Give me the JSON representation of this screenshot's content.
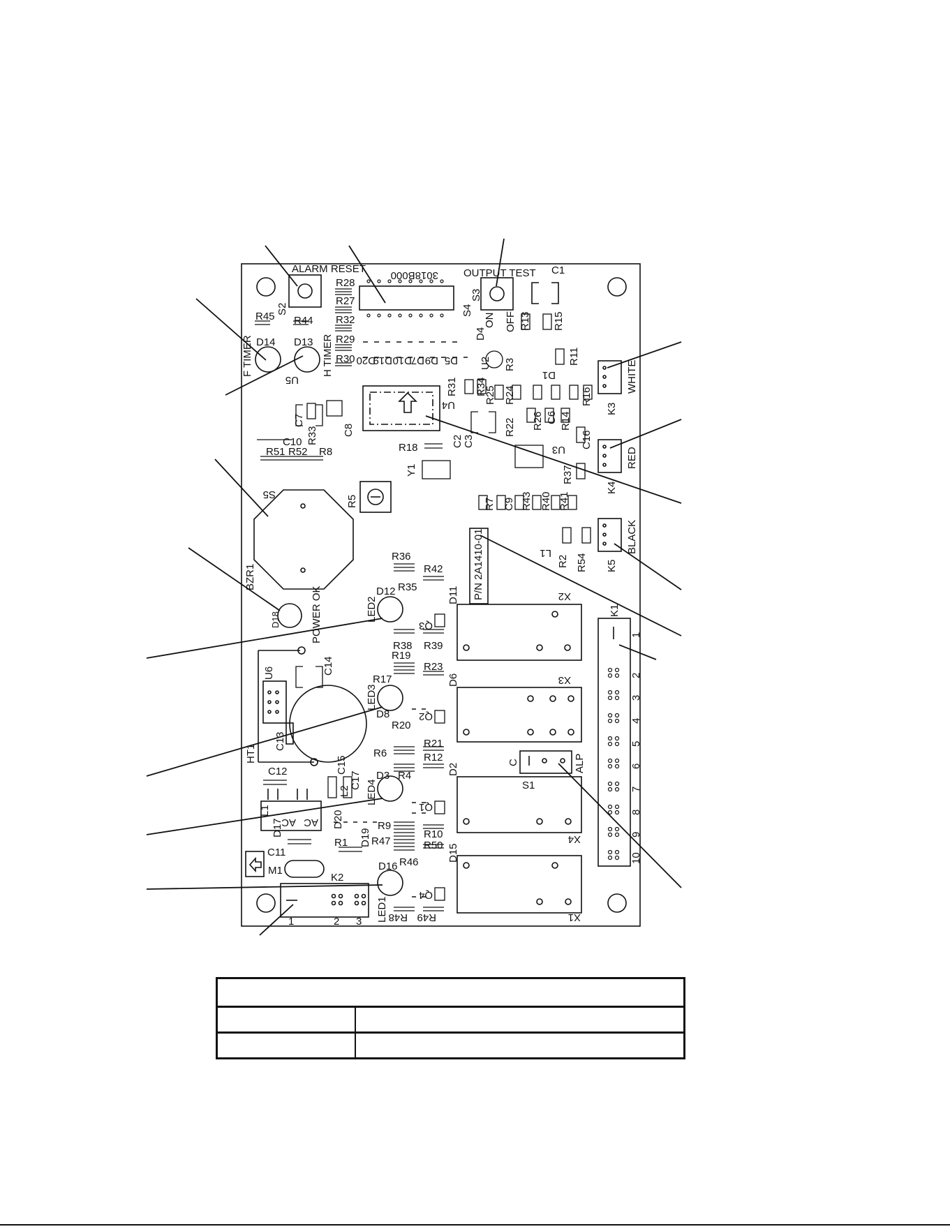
{
  "board": {
    "part_number": "P/N 2A1410-01",
    "code_top": "3018B000",
    "alarm_reset": "ALARM RESET",
    "output_test": "OUTPUT TEST",
    "switch_on": "ON",
    "switch_off": "OFF",
    "f_timer": "F TIMER",
    "h_timer": "H TIMER",
    "power_ok": "POWER OK",
    "white": "WHITE",
    "red": "RED",
    "black": "BLACK",
    "alp": "ALP",
    "c_label": "C"
  },
  "components": {
    "r28": "R28",
    "r27": "R27",
    "r32": "R32",
    "r29": "R29",
    "r30": "R30",
    "r45": "R45",
    "r44": "R44",
    "d14": "D14",
    "d13": "D13",
    "u5": "U5",
    "s2": "S2",
    "s3": "S3",
    "s4": "S4",
    "c1": "C1",
    "d4": "D4",
    "r13": "R13",
    "r15": "R15",
    "r3": "R3",
    "u2": "U2",
    "d1": "D1",
    "r11": "R11",
    "d20_top": "D20",
    "d19_top": "D19",
    "d10": "D10",
    "d7": "D7",
    "d9": "D9",
    "d5": "D5",
    "r31": "R31",
    "r34": "R34",
    "u4": "U4",
    "r25": "R25",
    "r24": "R24",
    "r16": "R16",
    "r26": "R26",
    "c6": "C6",
    "r14": "R14",
    "r22": "R22",
    "c16": "C16",
    "u3": "U3",
    "c2": "C2",
    "c3": "C3",
    "r37": "R37",
    "c7": "C7",
    "c8": "C8",
    "c10": "C10",
    "r33": "R33",
    "r51": "R51",
    "r52": "R52",
    "r8": "R8",
    "r18": "R18",
    "y1": "Y1",
    "s5": "S5",
    "r5": "R5",
    "r7": "R7",
    "c9": "C9",
    "r43": "R43",
    "r40": "R40",
    "r41": "R41",
    "k3": "K3",
    "k4": "K4",
    "k5": "K5",
    "r2": "R2",
    "r54": "R54",
    "l1_r": "L1",
    "bzr1": "BZR1",
    "d18": "D18",
    "r36": "R36",
    "r42": "R42",
    "r35": "R35",
    "d12": "D12",
    "led2": "LED2",
    "d11": "D11",
    "x2": "X2",
    "q3": "Q3",
    "r38": "R38",
    "r39": "R39",
    "k1": "K1",
    "r19": "R19",
    "r23": "R23",
    "r17": "R17",
    "led3": "LED3",
    "d8": "D8",
    "d6": "D6",
    "x3": "X3",
    "q2": "Q2",
    "c14": "C14",
    "u6": "U6",
    "c13": "C13",
    "ht1": "HT1",
    "r20": "R20",
    "r21": "R21",
    "r6": "R6",
    "r12": "R12",
    "c15": "C15",
    "c12": "C12",
    "s1": "S1",
    "d3": "D3",
    "r4": "R4",
    "c17": "C17",
    "l2": "L2",
    "led4": "LED4",
    "d2": "D2",
    "q1": "Q1",
    "l1": "L1",
    "d17": "D17",
    "ac1": "AC",
    "ac2": "AC",
    "d20": "D20",
    "r9": "R9",
    "x4": "X4",
    "r10": "R10",
    "r1": "R1",
    "d19": "D19",
    "r47": "R47",
    "r50": "R50",
    "c11": "C11",
    "m1": "M1",
    "k2": "K2",
    "d16": "D16",
    "r46": "R46",
    "d15": "D15",
    "q4": "Q4",
    "led1": "LED1",
    "r48": "R48",
    "r49": "R49",
    "x1": "X1",
    "pin1": "1",
    "pin2": "2",
    "pin3": "3",
    "k1_pins": [
      "1",
      "2",
      "3",
      "4",
      "5",
      "6",
      "7",
      "8",
      "9",
      "10"
    ]
  },
  "legend_table": {
    "header": "",
    "rows": [
      [
        "",
        ""
      ]
    ]
  },
  "footer": {
    "code": ""
  }
}
